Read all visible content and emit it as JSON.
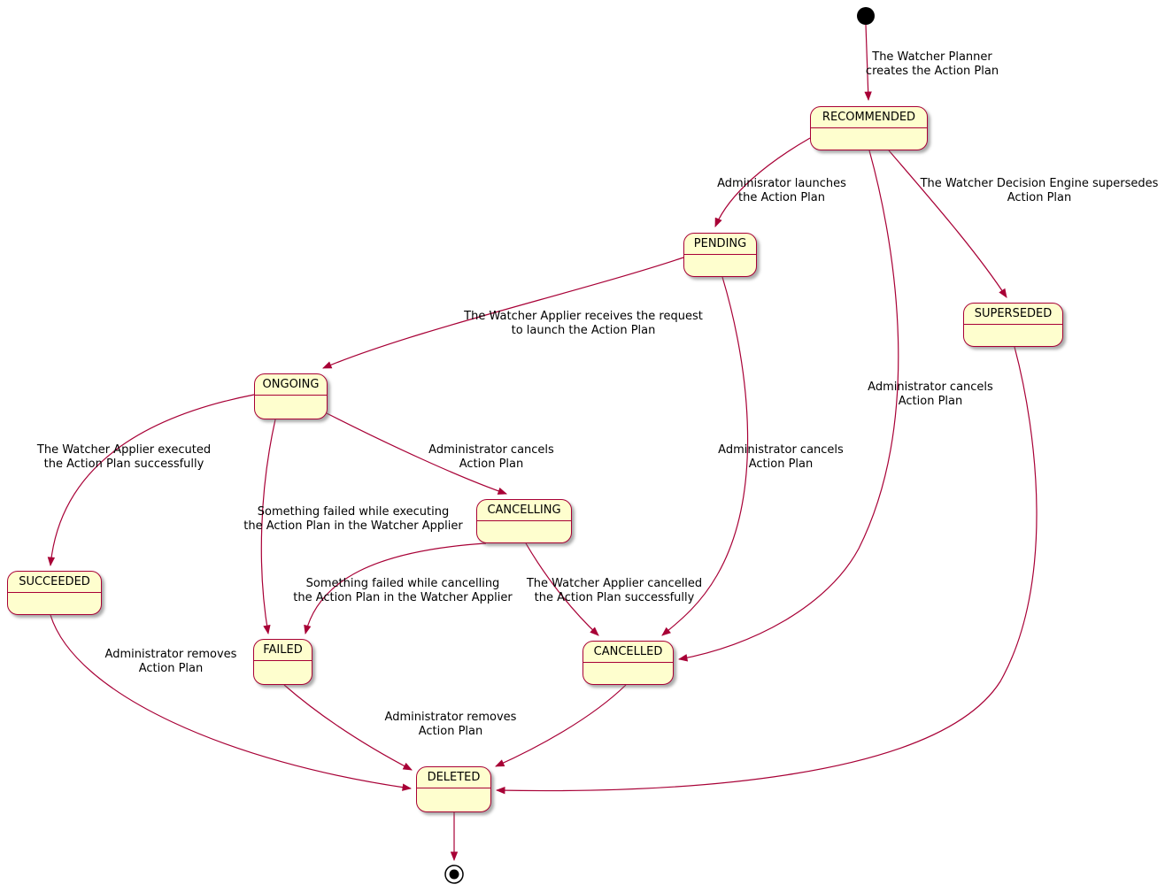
{
  "diagram": {
    "type": "state-diagram",
    "colors": {
      "state_fill": "#FEFECE",
      "state_border": "#A80036",
      "arrow": "#A80036",
      "text": "#000000"
    },
    "states": {
      "recommended": {
        "label": "RECOMMENDED"
      },
      "pending": {
        "label": "PENDING"
      },
      "superseded": {
        "label": "SUPERSEDED"
      },
      "ongoing": {
        "label": "ONGOING"
      },
      "cancelling": {
        "label": "CANCELLING"
      },
      "succeeded": {
        "label": "SUCCEEDED"
      },
      "failed": {
        "label": "FAILED"
      },
      "cancelled": {
        "label": "CANCELLED"
      },
      "deleted": {
        "label": "DELETED"
      }
    },
    "transitions": {
      "initial_to_recommended": {
        "label": "The Watcher Planner\ncreates the Action Plan"
      },
      "recommended_to_pending": {
        "label": "Adminisrator launches\nthe Action Plan"
      },
      "recommended_to_superseded": {
        "label": "The Watcher Decision Engine supersedes\nAction Plan"
      },
      "recommended_to_cancelled": {
        "label": "Administrator cancels\nAction Plan"
      },
      "pending_to_ongoing": {
        "label": "The Watcher Applier receives the request\nto launch the Action Plan"
      },
      "pending_to_cancelled": {
        "label": "Administrator cancels\nAction Plan"
      },
      "ongoing_to_succeeded": {
        "label": "The Watcher Applier executed\nthe Action Plan successfully"
      },
      "ongoing_to_cancelling": {
        "label": "Administrator cancels\nAction Plan"
      },
      "ongoing_to_failed": {
        "label": "Something failed while executing\nthe Action Plan in the Watcher Applier"
      },
      "cancelling_to_failed": {
        "label": "Something failed while cancelling\nthe Action Plan in the Watcher Applier"
      },
      "cancelling_to_cancelled": {
        "label": "The Watcher Applier cancelled\nthe Action Plan successfully"
      },
      "succeeded_to_deleted": {
        "label": "Administrator removes\nAction Plan"
      },
      "failed_to_deleted": {
        "label": "Administrator removes\nAction Plan"
      }
    }
  }
}
